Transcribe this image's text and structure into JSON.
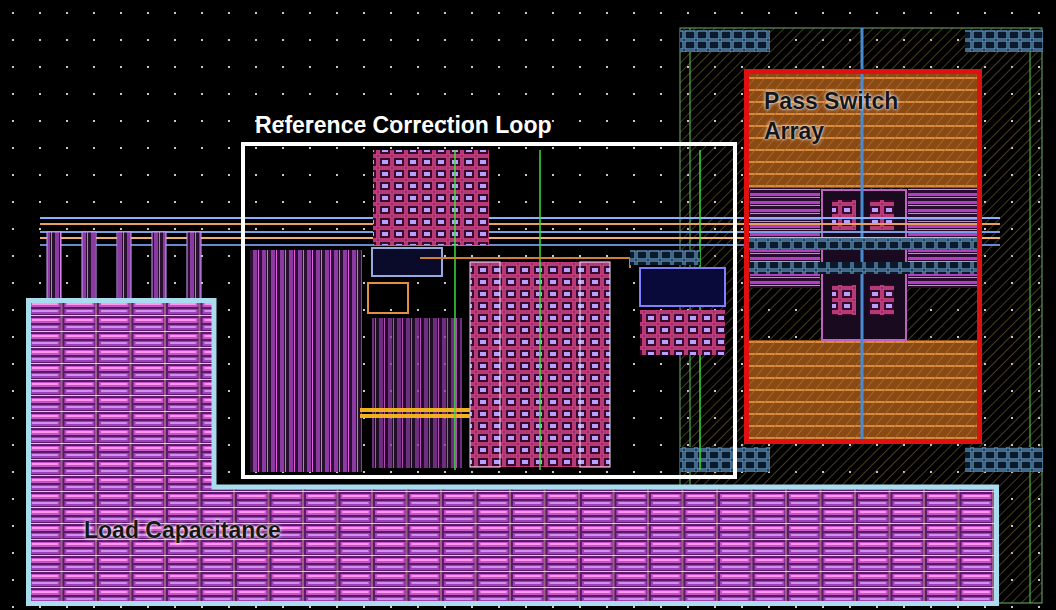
{
  "diagram": {
    "nodes": [
      {
        "text": [
          "Reference Correction Loop"
        ]
      },
      {
        "text": [
          "Pass Switch Array"
        ]
      },
      {
        "text": [
          "Load Capacitance"
        ]
      }
    ]
  }
}
